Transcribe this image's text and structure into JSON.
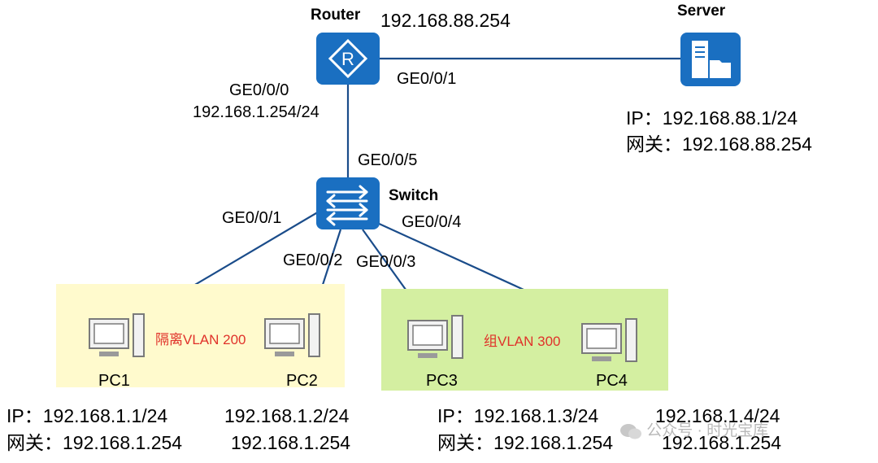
{
  "colors": {
    "link": "#1a4c8a",
    "device": "#1a6fc1",
    "vlan_isolate_bg": "#fffacd",
    "vlan_group_bg": "#d4efa1",
    "vlan_label": "#e0322a"
  },
  "router": {
    "label": "Router",
    "ip": "192.168.88.254",
    "port_left": "GE0/0/0",
    "port_left_ip": "192.168.1.254/24",
    "port_right": "GE0/0/1",
    "icon": "router-icon",
    "glyph": "R"
  },
  "server": {
    "label": "Server",
    "ip_line": "IP：192.168.88.1/24",
    "gw_line": "网关：192.168.88.254",
    "icon": "server-icon"
  },
  "switch": {
    "label": "Switch",
    "uplink_port": "GE0/0/5",
    "ports": [
      "GE0/0/1",
      "GE0/0/2",
      "GE0/0/3",
      "GE0/0/4"
    ],
    "icon": "switch-icon"
  },
  "vlans": [
    {
      "label": "隔离VLAN 200"
    },
    {
      "label": "组VLAN 300"
    }
  ],
  "pcs": [
    {
      "name": "PC1",
      "ip": "IP：192.168.1.1/24",
      "gw": "网关：192.168.1.254"
    },
    {
      "name": "PC2",
      "ip": "192.168.1.2/24",
      "gw": "192.168.1.254"
    },
    {
      "name": "PC3",
      "ip": "IP：192.168.1.3/24",
      "gw": "网关：192.168.1.254"
    },
    {
      "name": "PC4",
      "ip": "192.168.1.4/24",
      "gw": "192.168.1.254"
    }
  ],
  "watermark": "公众号 · 时光宝库"
}
